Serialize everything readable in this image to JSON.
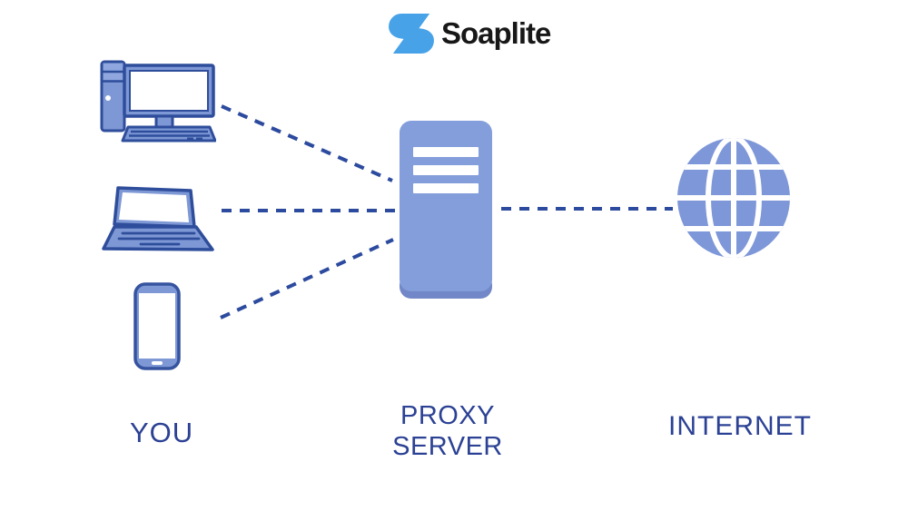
{
  "brand": {
    "name": "Soaplite"
  },
  "labels": {
    "you": "YOU",
    "proxy_line1": "PROXY",
    "proxy_line2": "SERVER",
    "internet": "INTERNET"
  },
  "icons": {
    "logo": "soaplite-s-icon",
    "left_devices": [
      "desktop-computer-icon",
      "laptop-icon",
      "smartphone-icon"
    ],
    "center": "proxy-server-icon",
    "right": "internet-globe-icon"
  },
  "connections": [
    "desktop-to-proxy",
    "laptop-to-proxy",
    "phone-to-proxy",
    "proxy-to-internet"
  ],
  "colors": {
    "background": "#ffffff",
    "brand_blue": "#48a2e8",
    "brand_text": "#171717",
    "device_fill": "#7e98d5",
    "device_fill_light": "#8fa6df",
    "device_outline": "#2e4d9b",
    "server_fill": "#849edb",
    "server_base": "#7187c7",
    "globe_fill": "#7e97d8",
    "dash_line": "#2c4a9e",
    "label_navy": "#2b4194"
  }
}
